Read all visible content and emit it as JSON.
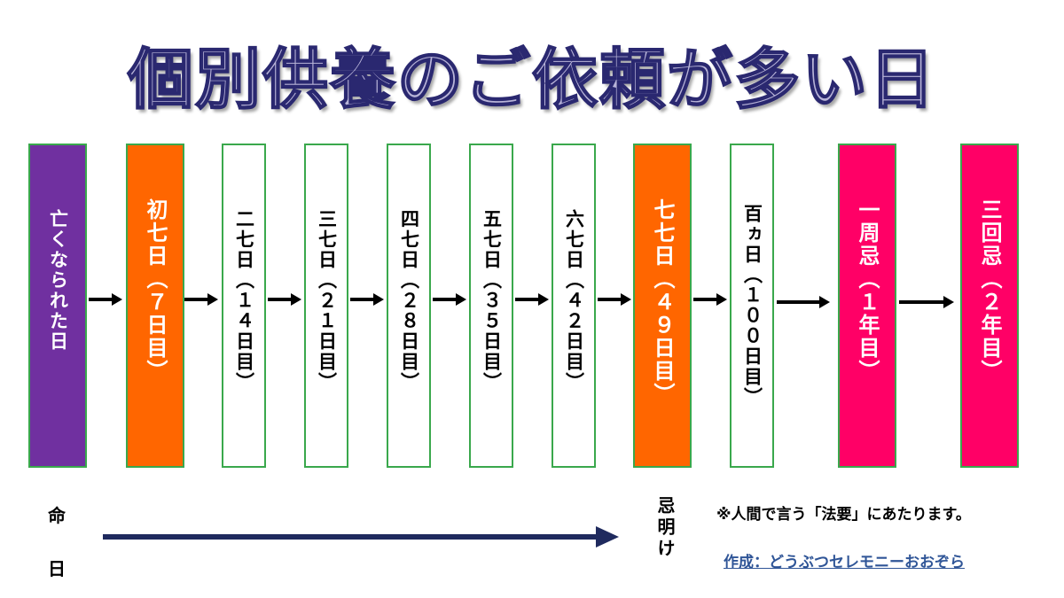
{
  "title": "個別供養のご依頼が多い日",
  "steps": [
    {
      "label": "亡くなられた日"
    },
    {
      "label": "初七日（７日目）"
    },
    {
      "label": "二七日（１４日目）"
    },
    {
      "label": "三七日（２１日目）"
    },
    {
      "label": "四七日（２８日目）"
    },
    {
      "label": "五七日（３５日目）"
    },
    {
      "label": "六七日（４２日目）"
    },
    {
      "label": "七七日（４９日目）"
    },
    {
      "label": "百ヵ日（１００日目）"
    },
    {
      "label": "一周忌（１年目）"
    },
    {
      "label": "三回忌（２年目）"
    }
  ],
  "timeline": {
    "start_char1": "命",
    "start_char2": "日",
    "end_label": "忌明け"
  },
  "note": "※人間で言う「法要」にあたります。",
  "credit": "作成：どうぶつセレモニーおおぞら",
  "colors": {
    "purple": "#7030a0",
    "orange": "#ff6600",
    "pink": "#ff0066",
    "border": "#3aa84c",
    "timeline_arrow": "#1f2a5e",
    "credit": "#2f5597"
  }
}
